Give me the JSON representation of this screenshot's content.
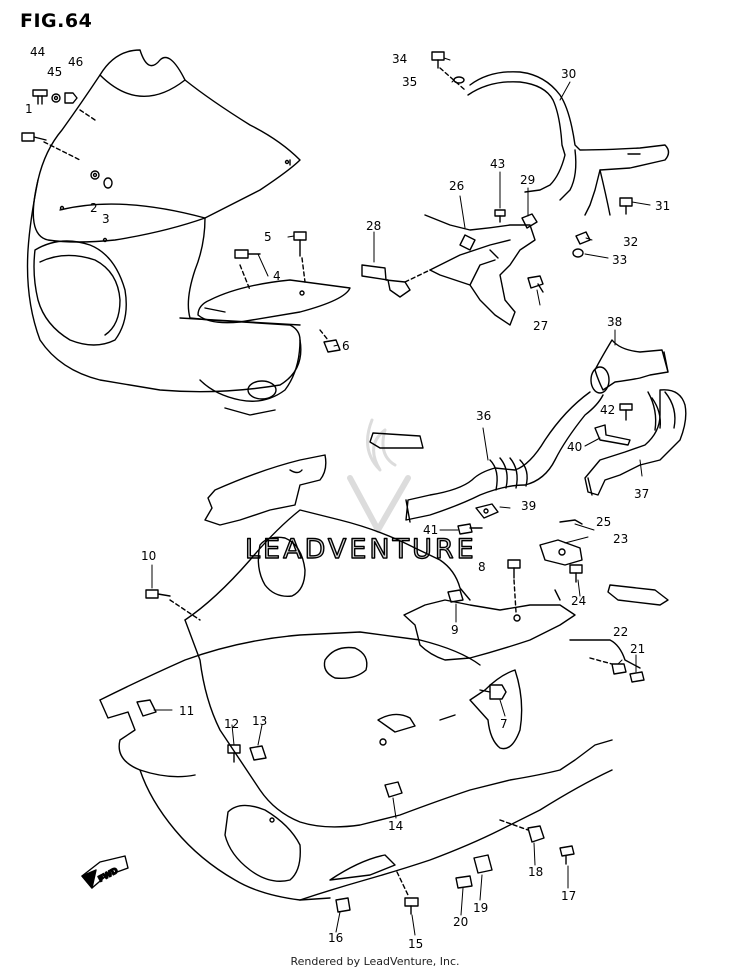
{
  "figure_title": "FIG.64",
  "footer_text": "Rendered by LeadVenture, Inc.",
  "watermark_text": "LEADVENTURE",
  "fwd_label": "FWD",
  "callouts": [
    "1",
    "2",
    "3",
    "4",
    "5",
    "6",
    "7",
    "8",
    "9",
    "10",
    "11",
    "12",
    "13",
    "14",
    "15",
    "16",
    "17",
    "18",
    "19",
    "20",
    "21",
    "22",
    "23",
    "24",
    "25",
    "26",
    "27",
    "28",
    "29",
    "30",
    "31",
    "32",
    "33",
    "34",
    "35",
    "36",
    "37",
    "38",
    "39",
    "40",
    "41",
    "42",
    "43",
    "44",
    "45",
    "46"
  ],
  "colors": {
    "line": "#000000",
    "watermark": "#d8d8d8",
    "background": "#ffffff"
  }
}
